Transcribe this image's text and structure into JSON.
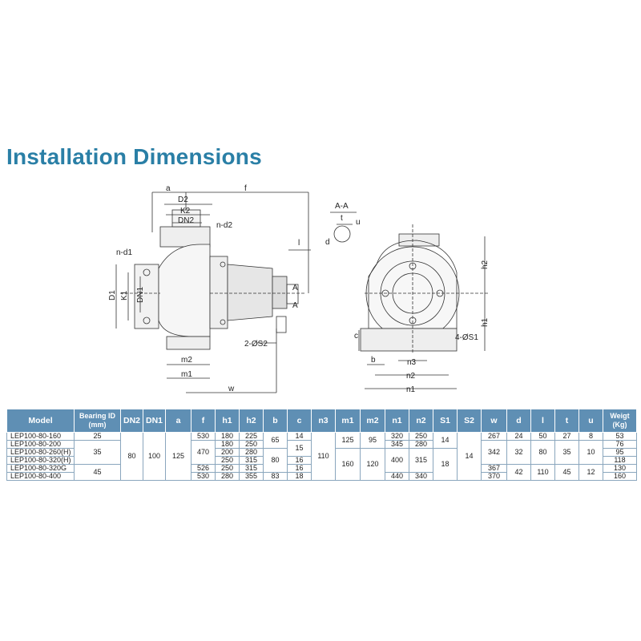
{
  "title": "Installation Dimensions",
  "drawing_labels": {
    "a": "a",
    "f": "f",
    "D2": "D2",
    "K2": "K2",
    "DN2": "DN2",
    "n_d2": "n-d2",
    "n_d1": "n-d1",
    "D1": "D1",
    "K1": "K1",
    "DN1": "DN1",
    "l": "l",
    "A_top": "A",
    "A_bot": "A",
    "two_S2": "2-ØS2",
    "m2": "m2",
    "m1": "m1",
    "w": "w",
    "AA": "A-A",
    "t": "t",
    "u": "u",
    "d": "d",
    "h2": "h2",
    "h1": "h1",
    "c": "c",
    "four_S1": "4-ØS1",
    "b": "b",
    "n3": "n3",
    "n2": "n2",
    "n1": "n1"
  },
  "table": {
    "headers": [
      "Model",
      "Bearing ID (mm)",
      "DN2",
      "DN1",
      "a",
      "f",
      "h1",
      "h2",
      "b",
      "c",
      "n3",
      "m1",
      "m2",
      "n1",
      "n2",
      "S1",
      "S2",
      "w",
      "d",
      "l",
      "t",
      "u",
      "Weigt (Kg)"
    ],
    "models": [
      "LEP100-80-160",
      "LEP100-80-200",
      "LEP100-80-260(H)",
      "LEP100-80-320(H)",
      "LEP100-80-320G",
      "LEP100-80-400"
    ],
    "bearing": [
      "25",
      "35",
      "45"
    ],
    "dn2": "80",
    "dn1": "100",
    "a": "125",
    "f": [
      "530",
      "470",
      "526",
      "530"
    ],
    "h1": [
      "180",
      "180",
      "200",
      "250",
      "250",
      "280"
    ],
    "h2": [
      "225",
      "250",
      "280",
      "315",
      "315",
      "355"
    ],
    "b": [
      "65",
      "80",
      "83"
    ],
    "c": [
      "14",
      "15",
      "16",
      "16",
      "18"
    ],
    "n3": "110",
    "m1": [
      "125",
      "160"
    ],
    "m2": [
      "95",
      "120"
    ],
    "n1": [
      "320",
      "345",
      "400",
      "440"
    ],
    "n2": [
      "250",
      "280",
      "315",
      "340"
    ],
    "s1": [
      "14",
      "18"
    ],
    "s2": "14",
    "w": [
      "267",
      "342",
      "367",
      "370"
    ],
    "d": [
      "24",
      "32",
      "42"
    ],
    "l": [
      "50",
      "80",
      "110"
    ],
    "t": [
      "27",
      "35",
      "45"
    ],
    "u": [
      "8",
      "10",
      "12"
    ],
    "weight": [
      "53",
      "76",
      "95",
      "118",
      "130",
      "160"
    ]
  }
}
